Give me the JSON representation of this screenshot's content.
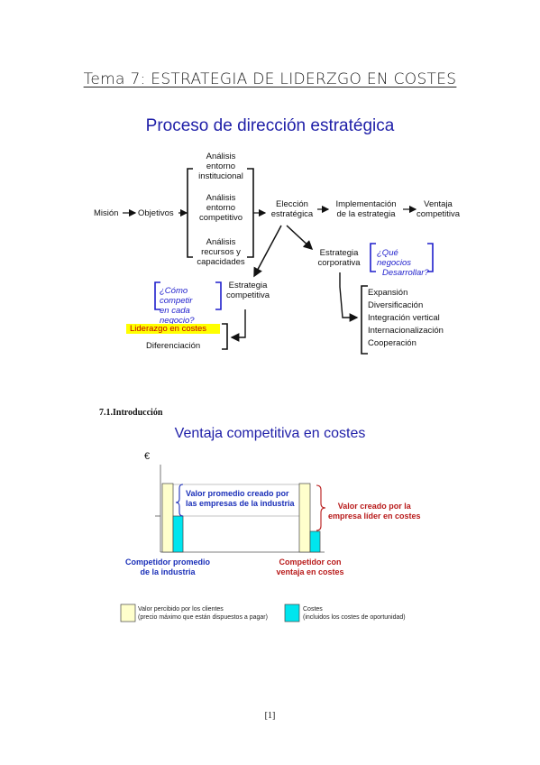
{
  "page": {
    "title": "Tema 7: ESTRATEGIA DE LIDERZGO EN COSTES",
    "section_heading": "7.1.Introducción",
    "page_number": "[1]"
  },
  "diagram": {
    "title": "Proceso de dirección estratégica",
    "nodes": {
      "mision": "Misión",
      "objetivos": "Objetivos",
      "analisis_institucional": [
        "Análisis",
        "entorno",
        "institucional"
      ],
      "analisis_competitivo": [
        "Análisis",
        "entorno",
        "competitivo"
      ],
      "analisis_recursos": [
        "Análisis",
        "recursos y",
        "capacidades"
      ],
      "eleccion": [
        "Elección",
        "estratégica"
      ],
      "implementacion": [
        "Implementación",
        "de la estrategia"
      ],
      "ventaja": [
        "Ventaja",
        "competitiva"
      ],
      "estrategia_corporativa": [
        "Estrategia",
        "corporativa"
      ],
      "estrategia_competitiva": [
        "Estrategia",
        "competitiva"
      ],
      "question_corporativa": [
        "¿Qué negocios",
        "Desarrollar?"
      ],
      "question_competitiva": [
        "¿Cómo competir",
        "en cada negocio?"
      ],
      "liderazgo": "Liderazgo en costes",
      "diferenciacion": "Diferenciación",
      "corporate_list": [
        "Expansión",
        "Diversificación",
        "Integración vertical",
        "Internacionalización",
        "Cooperación"
      ]
    },
    "colors": {
      "title": "#1f1fa8",
      "question": "#1f1fcc",
      "highlight": "#ffff00"
    }
  },
  "chart": {
    "title": "Ventaja competitiva en costes",
    "axis_symbol": "€",
    "label_avg_value": [
      "Valor  promedio creado por",
      "las empresas de la industria"
    ],
    "label_leader_value": [
      "Valor creado por la",
      "empresa líder en costes"
    ],
    "label_competitor_avg": [
      "Competidor promedio",
      "de la industria"
    ],
    "label_competitor_adv": [
      "Competidor con",
      "ventaja en costes"
    ],
    "legend": [
      {
        "text": [
          "Valor percibido por los clientes",
          "(precio máximo que están dispuestos a pagar)"
        ],
        "color": "#ffffcc"
      },
      {
        "text": [
          "Costes",
          "(incluidos los costes de oportunidad)"
        ],
        "color": "#00e5ee"
      }
    ],
    "colors": {
      "value": "#ffffcc",
      "cost": "#00e5ee",
      "blue": "#1a2fb8",
      "red": "#b81a1a"
    }
  }
}
